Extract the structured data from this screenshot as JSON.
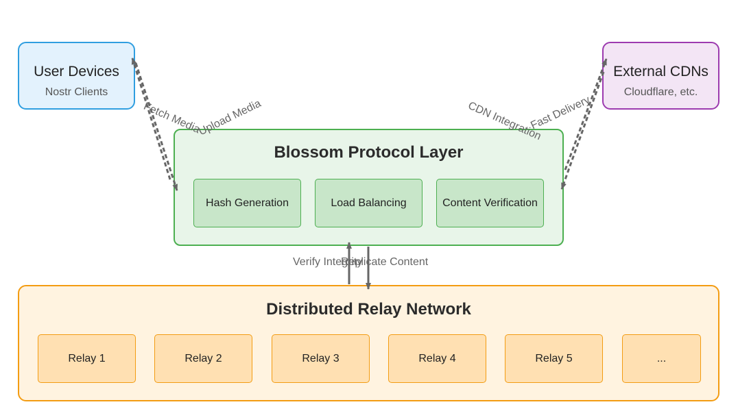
{
  "nodes": {
    "user_devices": {
      "title": "User Devices",
      "subtitle": "Nostr Clients"
    },
    "external_cdns": {
      "title": "External CDNs",
      "subtitle": "Cloudflare, etc."
    },
    "blossom_layer": {
      "title": "Blossom Protocol Layer",
      "modules": [
        "Hash Generation",
        "Load Balancing",
        "Content Verification"
      ]
    },
    "relay_network": {
      "title": "Distributed Relay Network",
      "relays": [
        "Relay 1",
        "Relay 2",
        "Relay 3",
        "Relay 4",
        "Relay 5",
        "..."
      ]
    }
  },
  "edges": {
    "fetch_media": "Fetch Media",
    "upload_media": "Upload Media",
    "cdn_integration": "CDN Integration",
    "fast_delivery": "Fast Delivery",
    "verify_integrity": "Verify Integrity",
    "replicate_content": "Replicate Content"
  },
  "colors": {
    "edge": "#666666",
    "user_border": "#2f9ee0",
    "cdn_border": "#9c3aaf",
    "blossom_border": "#4caf50",
    "relay_border": "#f39c12"
  }
}
